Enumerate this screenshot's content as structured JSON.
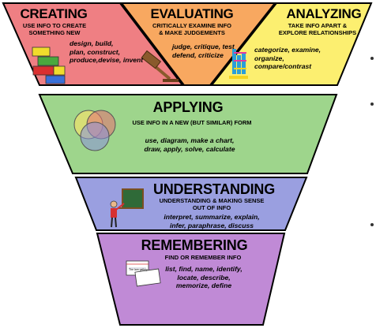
{
  "levels": {
    "creating": {
      "title": "CREATING",
      "subtitle": [
        "USE INFO TO CREATE",
        "SOMETHING NEW"
      ],
      "verbs": [
        "design, build,",
        "plan, construct,",
        "produce,devise, invent"
      ],
      "color": "#ef7f83"
    },
    "evaluating": {
      "title": "EVALUATING",
      "subtitle": [
        "CRITICALLY EXAMINE INFO",
        "& MAKE JUDGEMENTS"
      ],
      "verbs": [
        "judge, critique, test",
        "defend, criticize"
      ],
      "color": "#f8a860"
    },
    "analyzing": {
      "title": "ANALYZING",
      "subtitle": [
        "TAKE INFO APART &",
        "EXPLORE RELATIONSHIPS"
      ],
      "verbs": [
        "categorize, examine,",
        "organize,",
        "compare/contrast"
      ],
      "color": "#fcef70"
    },
    "applying": {
      "title": "APPLYING",
      "subtitle": [
        "USE INFO IN A NEW (BUT SIMILAR) FORM"
      ],
      "verbs": [
        "use, diagram, make a chart,",
        "draw, apply, solve, calculate"
      ],
      "color": "#9ed58c"
    },
    "understanding": {
      "title": "UNDERSTANDING",
      "subtitle": [
        "UNDERSTANDING & MAKING SENSE",
        "OUT OF INFO"
      ],
      "verbs": [
        "interpret, summarize, explain,",
        "infer, paraphrase, discuss"
      ],
      "color": "#9a9fe0"
    },
    "remembering": {
      "title": "REMEMBERING",
      "subtitle": [
        "FIND OR REMEMBER INFO"
      ],
      "verbs": [
        "list, find, name, identify,",
        "locate, describe,",
        "memorize, define"
      ],
      "color": "#c08ad6"
    }
  },
  "card_caption": "The lam gallery"
}
